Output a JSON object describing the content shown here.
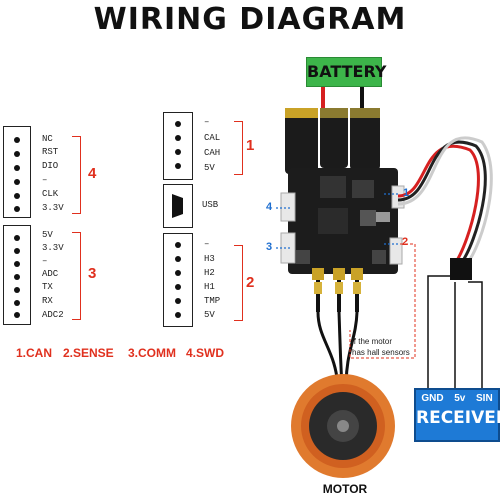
{
  "title": "WIRING DIAGRAM",
  "connector4": {
    "number": "4",
    "pins": [
      "NC",
      "RST",
      "DIO",
      "–",
      "CLK",
      "3.3V"
    ]
  },
  "connector3": {
    "number": "3",
    "pins": [
      "5V",
      "3.3V",
      "–",
      "ADC",
      "TX",
      "RX",
      "ADC2"
    ]
  },
  "connector1": {
    "number": "1",
    "pins": [
      "–",
      "CAL",
      "CAH",
      "5V"
    ]
  },
  "usb": {
    "label": "USB"
  },
  "connector2": {
    "number": "2",
    "pins": [
      "–",
      "H3",
      "H2",
      "H1",
      "TMP",
      "5V"
    ]
  },
  "legend": [
    "1.CAN",
    "2.SENSE",
    "3.COMM",
    "4.SWD"
  ],
  "battery": "BATTERY",
  "board_callouts": {
    "n1": "1",
    "n2": "2",
    "n3": "3",
    "n4": "4"
  },
  "note": [
    "if the motor",
    "has hall sensors"
  ],
  "receiver": {
    "pins": [
      "GND",
      "5v",
      "SIN"
    ],
    "title": "RECEIVER"
  },
  "motor": "MOTOR",
  "colors": {
    "accent": "#e0301e",
    "battery": "#3db54a",
    "receiver": "#1e7ad6",
    "callout": "#1f6fd0"
  }
}
